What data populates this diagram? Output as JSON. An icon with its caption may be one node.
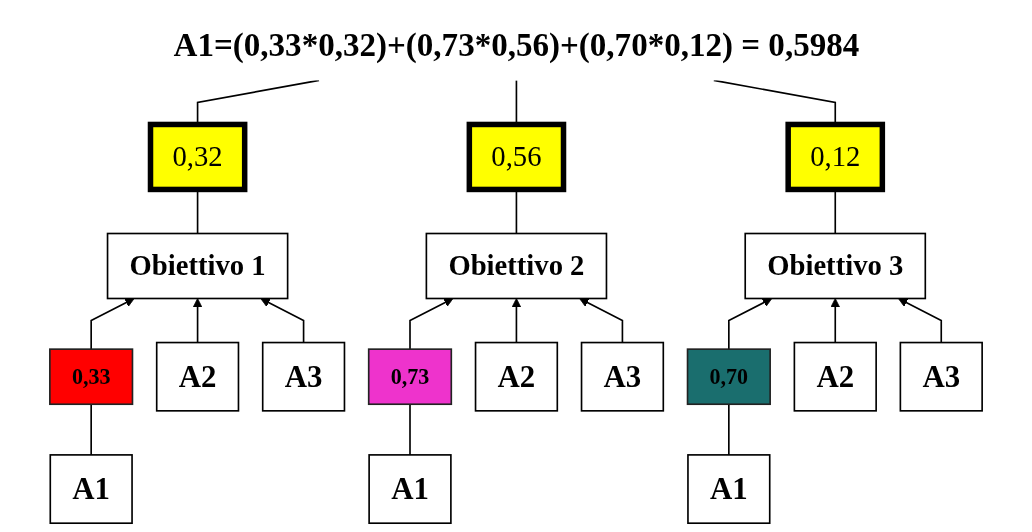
{
  "diagram": {
    "nodes": [
      {
        "text": [
          "A1=(0,33*0,32)+(0,73*0,56)+(0,70*0,12) = 0,5984"
        ]
      },
      {
        "text": [
          "0,32"
        ]
      },
      {
        "text": [
          "0,56"
        ]
      },
      {
        "text": [
          "0,12"
        ]
      },
      {
        "text": [
          "Obiettivo 1"
        ]
      },
      {
        "text": [
          "Obiettivo 2"
        ]
      },
      {
        "text": [
          "Obiettivo 3"
        ]
      },
      {
        "text": [
          "0,33"
        ]
      },
      {
        "text": [
          "0,73"
        ]
      },
      {
        "text": [
          "0,70"
        ]
      },
      {
        "text": [
          "A1"
        ]
      },
      {
        "text": [
          "A2"
        ]
      },
      {
        "text": [
          "A3"
        ]
      },
      {
        "text": [
          "A1"
        ]
      },
      {
        "text": [
          "A2"
        ]
      },
      {
        "text": [
          "A3"
        ]
      },
      {
        "text": [
          "A1"
        ]
      },
      {
        "text": [
          "A2"
        ]
      },
      {
        "text": [
          "A3"
        ]
      }
    ],
    "edges": [
      {
        "from": 1,
        "to": 0,
        "arrow": "none"
      },
      {
        "from": 2,
        "to": 0,
        "arrow": "none"
      },
      {
        "from": 3,
        "to": 0,
        "arrow": "none"
      },
      {
        "from": 4,
        "to": 1,
        "arrow": "none"
      },
      {
        "from": 5,
        "to": 2,
        "arrow": "none"
      },
      {
        "from": 6,
        "to": 3,
        "arrow": "none"
      },
      {
        "from": 7,
        "to": 4,
        "arrow": "to"
      },
      {
        "from": 10,
        "to": 7,
        "arrow": "none"
      },
      {
        "from": 11,
        "to": 4,
        "arrow": "to"
      },
      {
        "from": 12,
        "to": 4,
        "arrow": "to"
      },
      {
        "from": 8,
        "to": 5,
        "arrow": "to"
      },
      {
        "from": 13,
        "to": 8,
        "arrow": "none"
      },
      {
        "from": 14,
        "to": 5,
        "arrow": "to"
      },
      {
        "from": 15,
        "to": 5,
        "arrow": "to"
      },
      {
        "from": 9,
        "to": 6,
        "arrow": "to"
      },
      {
        "from": 16,
        "to": 9,
        "arrow": "none"
      },
      {
        "from": 17,
        "to": 6,
        "arrow": "to"
      },
      {
        "from": 18,
        "to": 6,
        "arrow": "to"
      }
    ]
  }
}
